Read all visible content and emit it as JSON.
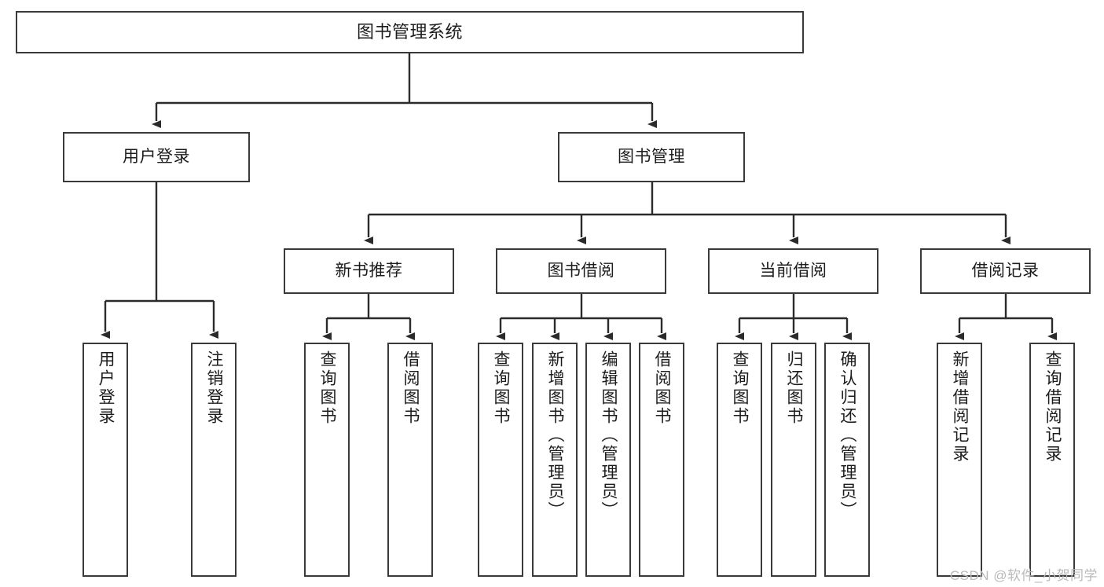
{
  "diagram": {
    "type": "tree-hierarchy",
    "title_node": {
      "label": "图书管理系统"
    },
    "level2": [
      {
        "id": "user-login",
        "label": "用户登录"
      },
      {
        "id": "book-management",
        "label": "图书管理"
      }
    ],
    "level3": [
      {
        "id": "new-book-recommend",
        "label": "新书推荐"
      },
      {
        "id": "book-borrow",
        "label": "图书借阅"
      },
      {
        "id": "current-borrow",
        "label": "当前借阅"
      },
      {
        "id": "borrow-record",
        "label": "借阅记录"
      }
    ],
    "leaves": {
      "user_login": [
        {
          "id": "leaf-user-login",
          "label": "用户登录"
        },
        {
          "id": "leaf-logout-login",
          "label": "注销登录"
        }
      ],
      "new_book_recommend": [
        {
          "id": "leaf-query-book-1",
          "label": "查询图书"
        },
        {
          "id": "leaf-borrow-book-1",
          "label": "借阅图书"
        }
      ],
      "book_borrow": [
        {
          "id": "leaf-query-book-2",
          "label": "查询图书"
        },
        {
          "id": "leaf-add-book",
          "label": "新增图书（管理员）"
        },
        {
          "id": "leaf-edit-book",
          "label": "编辑图书（管理员）"
        },
        {
          "id": "leaf-borrow-book-2",
          "label": "借阅图书"
        }
      ],
      "current_borrow": [
        {
          "id": "leaf-query-book-3",
          "label": "查询图书"
        },
        {
          "id": "leaf-return-book",
          "label": "归还图书"
        },
        {
          "id": "leaf-confirm-return",
          "label": "确认归还（管理员）"
        }
      ],
      "borrow_record": [
        {
          "id": "leaf-add-record",
          "label": "新增借阅记录"
        },
        {
          "id": "leaf-query-record",
          "label": "查询借阅记录"
        }
      ]
    }
  },
  "watermark": {
    "text": "CSDN @软件_小贺同学"
  },
  "colors": {
    "box_border": "#3a3a3a",
    "box_fill": "#ffffff",
    "text": "#1c1c1c",
    "connector": "#2b2b2b",
    "watermark": "#b9b9b9",
    "canvas": "#ffffff"
  }
}
